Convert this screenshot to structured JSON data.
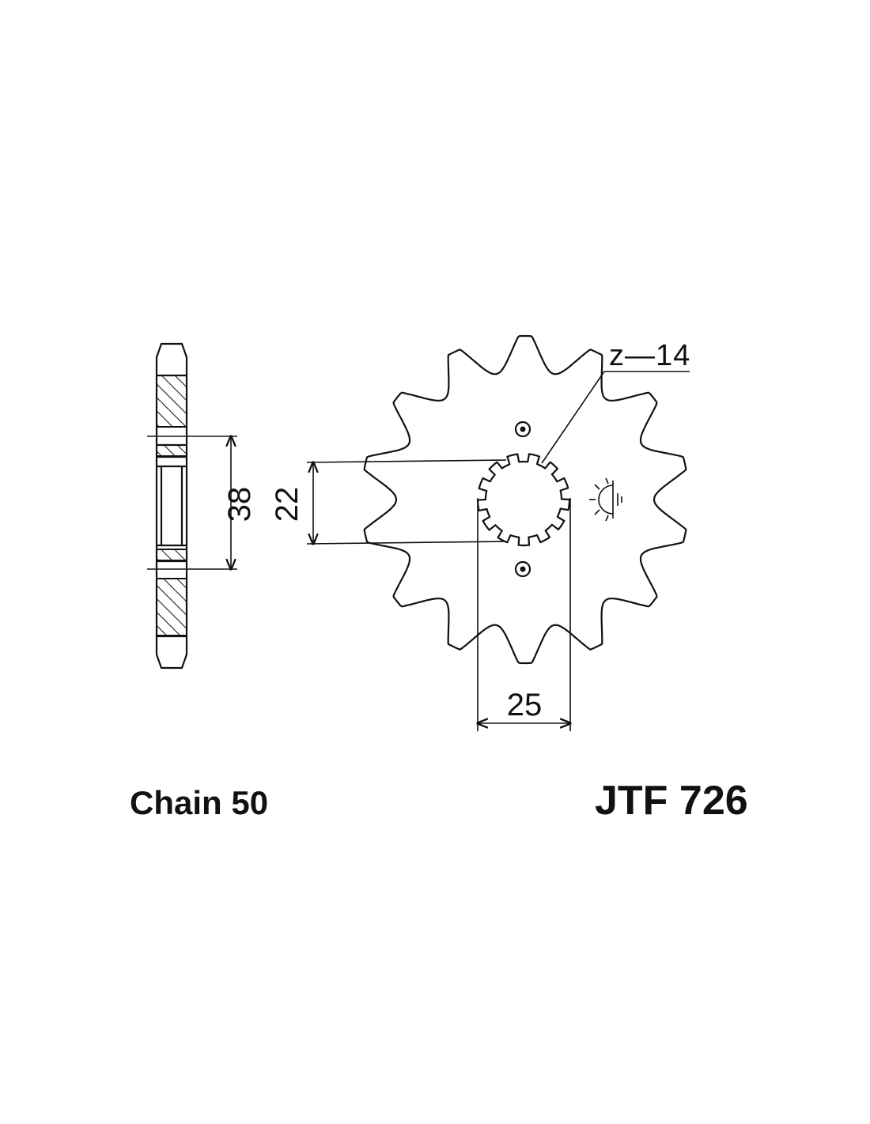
{
  "dimensions": {
    "bore": "22",
    "hub": "38",
    "spline": "25",
    "teeth": "z—14"
  },
  "labels": {
    "chain": "Chain 50",
    "part_number": "JTF 726"
  },
  "diagram": {
    "tooth_count": 14
  },
  "icons": {
    "manufacturer_mark": "sun-mark-icon"
  }
}
